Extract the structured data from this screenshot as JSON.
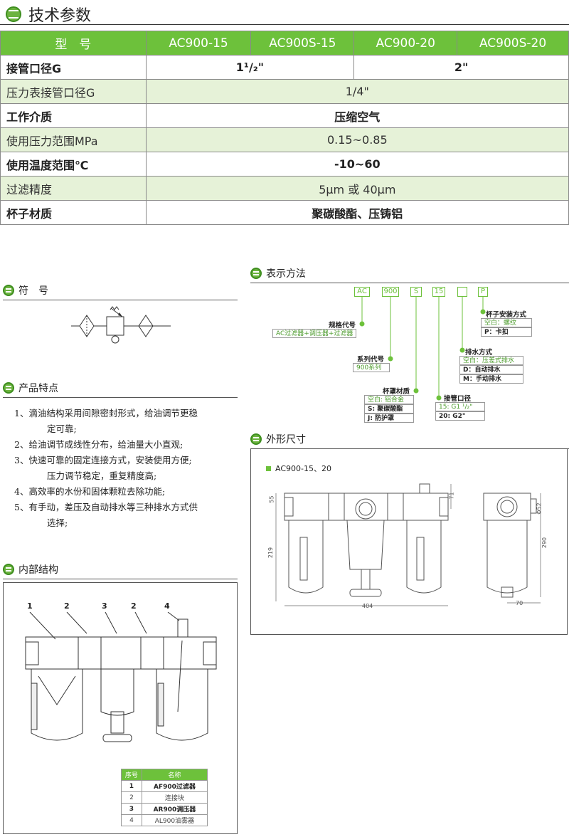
{
  "tech": {
    "title": "技术参数",
    "header": [
      "型　号",
      "AC900-15",
      "AC900S-15",
      "AC900-20",
      "AC900S-20"
    ],
    "rows": [
      {
        "label": "接管口径G",
        "v1": "1¹/₂\"",
        "v2": "2\""
      },
      {
        "label": "压力表接管口径G",
        "v": "1/4\""
      },
      {
        "label": "工作介质",
        "v": "压缩空气"
      },
      {
        "label": "使用压力范围MPa",
        "v": "0.15~0.85"
      },
      {
        "label": "使用温度范围℃",
        "v": "-10~60"
      },
      {
        "label": "过滤精度",
        "v": "5μm 或 40μm"
      },
      {
        "label": "杯子材质",
        "v": "聚碳酸酯、压铸铝"
      }
    ]
  },
  "symbol": {
    "title": "符　号"
  },
  "features": {
    "title": "产品特点",
    "items": [
      {
        "l1": "1、滴油结构采用间隙密封形式，给油调节更稳",
        "l2": "定可靠;"
      },
      {
        "l1": "2、给油调节成线性分布，给油量大小直观;",
        "l2": ""
      },
      {
        "l1": "3、快速可靠的固定连接方式，安装使用方便;",
        "l2": "压力调节稳定，重复精度高;"
      },
      {
        "l1": "4、高效率的水份和固体颗粒去除功能;",
        "l2": ""
      },
      {
        "l1": "5、有手动，差压及自动排水等三种排水方式供",
        "l2": "选择;"
      }
    ]
  },
  "internal": {
    "title": "内部结构",
    "callouts": [
      "1",
      "2",
      "3",
      "2",
      "4"
    ],
    "parts_header": [
      "序号",
      "名称"
    ],
    "parts": [
      {
        "no": "1",
        "name": "AF900过滤器"
      },
      {
        "no": "2",
        "name": "连接块"
      },
      {
        "no": "3",
        "name": "AR900调压器"
      },
      {
        "no": "4",
        "name": "AL900油雾器"
      }
    ]
  },
  "ordering": {
    "title": "表示方法",
    "codes": [
      "AC",
      "900",
      "S",
      "15",
      "",
      "P"
    ],
    "spec_code": "规格代号",
    "spec_desc": "AC过滤器+调压器+过滤器",
    "series_code": "系列代号",
    "series_desc": "900系列",
    "cup": {
      "title": "杯罩材质",
      "o1": "空白: 铝合金",
      "o2": "S: 聚碳酸酯",
      "o3": "J: 防护罩"
    },
    "port": {
      "title": "接管口径",
      "o1": "15: G1 ¹/₂\"",
      "o2": "20: G2\""
    },
    "drain": {
      "title": "排水方式",
      "o1": "空白：压差式排水",
      "o2": "D：自动排水",
      "o3": "M：手动排水"
    },
    "mount": {
      "title": "杯子安装方式",
      "o1": "空白：螺纹",
      "o2": "P：卡扣"
    }
  },
  "dims": {
    "title": "外形尺寸",
    "model": "AC900-15、20",
    "d55": "55",
    "d219": "219",
    "d404": "404",
    "d71": "71",
    "d52": "Φ52",
    "d290": "290",
    "d70": "70"
  },
  "colors": {
    "accent": "#6dc13b",
    "accent_dark": "#3e8e1f",
    "row_alt": "#e6f2d8"
  }
}
